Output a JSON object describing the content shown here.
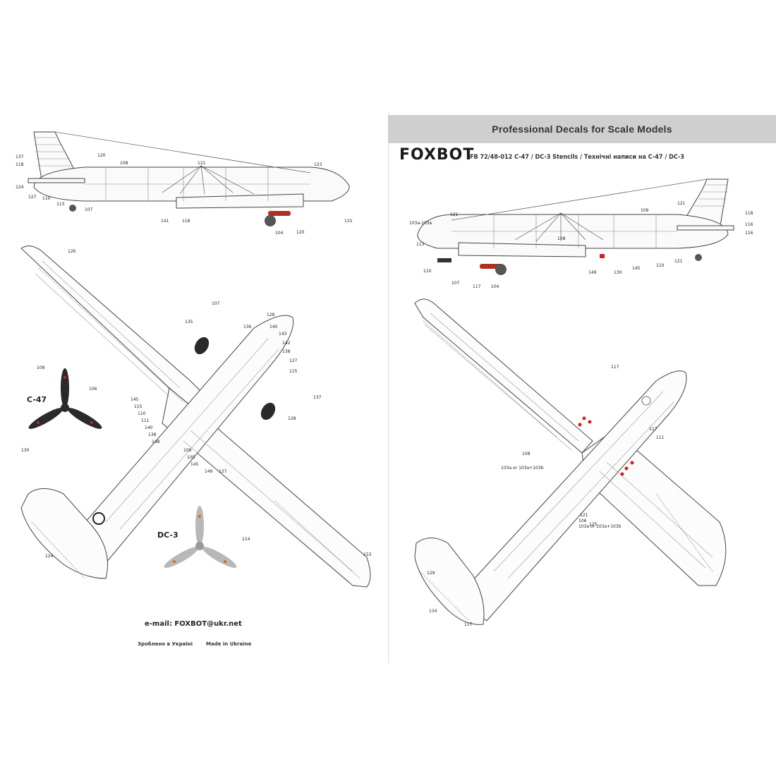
{
  "header": {
    "banner": "Professional Decals for Scale Models",
    "brand": "FOXBOT",
    "subtitle": "FB 72/48-012  C-47 / DC-3 Stencils / Технічні написи на C-47 / DC-3"
  },
  "propellers": {
    "c47_label": "C-47",
    "dc3_label": "DC-3"
  },
  "footer": {
    "email": "e-mail: FOXBOT@ukr.net",
    "made_in_ukr": "Зроблено в Україні",
    "made_in_en": "Made in Ukraine"
  },
  "callouts": {
    "left_side": [
      "137",
      "118",
      "120",
      "108",
      "121",
      "123",
      "124",
      "127",
      "110",
      "113",
      "141",
      "118",
      "107",
      "104",
      "120",
      "115"
    ],
    "left_plan": [
      "126",
      "107",
      "128",
      "135",
      "136",
      "140",
      "143",
      "142",
      "138",
      "127",
      "115",
      "137",
      "145",
      "115",
      "110",
      "111",
      "140",
      "138",
      "148",
      "106",
      "105",
      "145",
      "149",
      "127",
      "128",
      "153",
      "124",
      "130"
    ],
    "right_side": [
      "103a-103e",
      "121",
      "118",
      "116",
      "109",
      "121",
      "116",
      "110",
      "113",
      "117",
      "104",
      "107",
      "108",
      "130",
      "149",
      "145",
      "110",
      "121"
    ],
    "right_plan": [
      "117",
      "117",
      "111",
      "103a or 103a+103b",
      "108",
      "125",
      "103a or 103a+103b",
      "121",
      "106",
      "129",
      "134",
      "117"
    ],
    "prop": [
      "108",
      "106",
      "114"
    ]
  },
  "colors": {
    "banner_bg": "#cfcfcf",
    "line": "#555555",
    "propeller_c47": "#2a2a2a",
    "propeller_dc3": "#b8b8b8",
    "stencil_red": "#d22020"
  }
}
